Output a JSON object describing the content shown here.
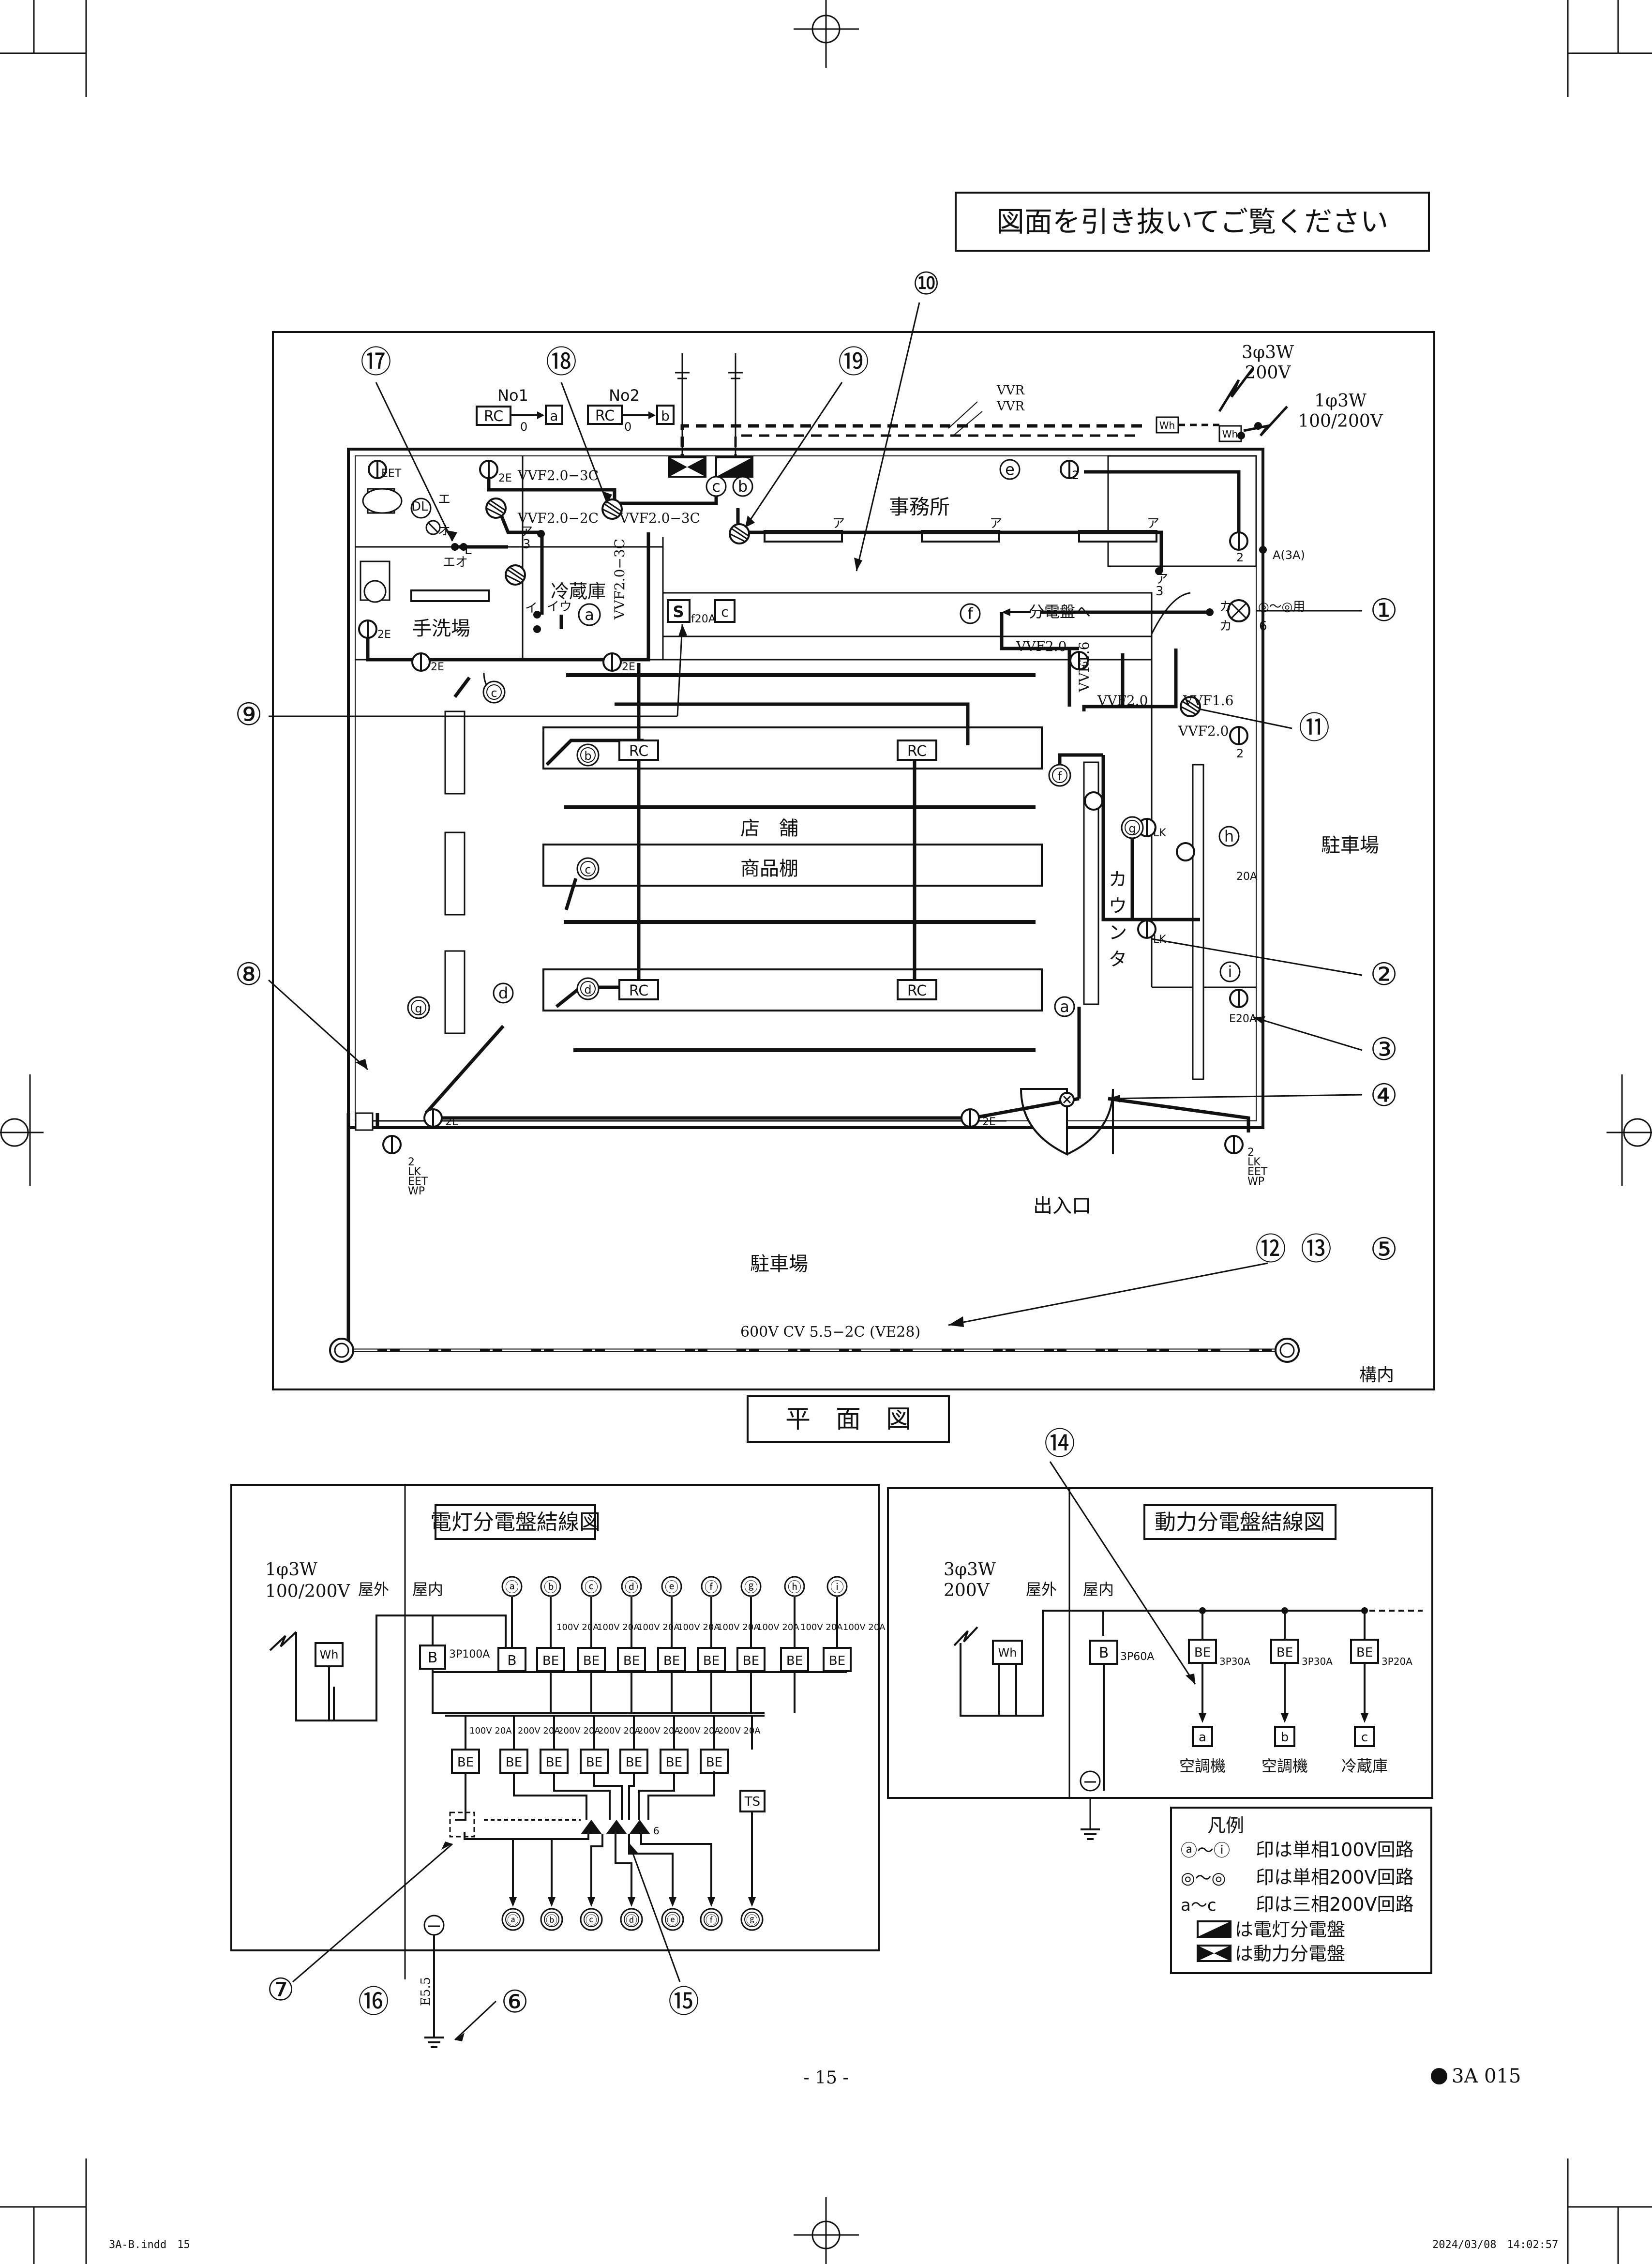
{
  "banner": "図面を引き抜いてご覧ください",
  "plan_title": "平　面　図",
  "page_number": "- 15 -",
  "code_label": "3A 015",
  "footer": {
    "file": "3A-B.indd　15",
    "date": "2024/03/08　14:02:57"
  },
  "rooms": {
    "office": "事務所",
    "store": "店　舗",
    "shelf": "商品棚",
    "cold_room": "冷蔵庫",
    "washroom": "手洗場",
    "counter": [
      "カ",
      "ウ",
      "ン",
      "タ"
    ],
    "parking_right": "駐車場",
    "parking_bottom": "駐車場",
    "entrance": "出入口",
    "premises": "構内",
    "to_panel": "分電盤へ"
  },
  "supply": {
    "three_phase": "3φ3W",
    "three_phase_v": "200V",
    "single_phase": "1φ3W",
    "single_phase_v": "100/200V"
  },
  "cables": {
    "vvr1": "VVR",
    "vvr2": "VVR",
    "vvf3c_a": "VVF2.0−3C",
    "vvf3c_b": "VVF2.0−3C",
    "vvf3c_v": "VVF2.0−3C",
    "vvf2c": "VVF2.0−2C",
    "vvf20_a": "VVF2.0",
    "vvf20_b": "VVF2.0",
    "vvf20_c": "VVF2.0",
    "vvf16_a": "VVF1.6",
    "vvf16_b": "VVF1.6",
    "cv": "600V CV 5.5−2C (VE28)"
  },
  "rc": {
    "no1": "No1",
    "no2": "No2",
    "rc": "RC",
    "zero": "0",
    "a": "a",
    "b": "b",
    "c": "c"
  },
  "small": {
    "eet": "EET",
    "e2": "2E",
    "dl": "DL",
    "e": "エ",
    "o": "オ",
    "eo": "エオ",
    "l": "L",
    "i": "イ",
    "u": "ウ",
    "iu": "イウ",
    "a": "ア",
    "a3": "3",
    "ka": "カ",
    "lk": "LK",
    "a20": "20A",
    "e20": "E20A",
    "a3A": "A(3A)",
    "f20": "f20A",
    "n2": "2",
    "n6": "6",
    "use": "～",
    "you": "用",
    "bottom_left_marks": [
      "2",
      "LK",
      "EET",
      "WP"
    ],
    "bottom_right_marks": [
      "2",
      "LK",
      "EET",
      "WP"
    ]
  },
  "callouts": [
    "⑰",
    "⑱",
    "⑲",
    "⑩",
    "①",
    "⑪",
    "⑨",
    "②",
    "⑧",
    "③",
    "④",
    "⑫",
    "⑬",
    "⑤",
    "⑭",
    "⑦",
    "⑯",
    "⑥",
    "⑮"
  ],
  "light_panel": {
    "title": "電灯分電盤結線図",
    "supply": "1φ3W",
    "supply_v": "100/200V",
    "outdoor": "屋外",
    "indoor": "屋内",
    "wh": "Wh",
    "main": "B",
    "main_rating": "3P100A",
    "top_circuits": [
      "ⓐ",
      "ⓑ",
      "ⓒ",
      "ⓓ",
      "ⓔ",
      "ⓕ",
      "ⓖ",
      "ⓗ",
      "ⓘ"
    ],
    "top_breakers": [
      "B",
      "BE",
      "BE",
      "BE",
      "BE",
      "BE",
      "BE",
      "BE",
      "BE"
    ],
    "top_ratings": [
      "",
      "100V 20A",
      "100V 20A",
      "100V 20A",
      "100V 20A",
      "100V 20A",
      "100V 20A",
      "100V 20A",
      "100V 20A"
    ],
    "bottom_breakers": [
      "BE",
      "BE",
      "BE",
      "BE",
      "BE",
      "BE",
      "BE"
    ],
    "bottom_ratings": [
      "100V 20A",
      "200V 20A",
      "200V 20A",
      "200V 20A",
      "200V 20A",
      "200V 20A",
      "200V 20A"
    ],
    "bottom_circuits": [
      "ⓐ",
      "ⓑ",
      "ⓒ",
      "ⓓ",
      "ⓔ",
      "ⓕ",
      "ⓖ"
    ],
    "ts": "TS",
    "n6": "6",
    "e55": "E5.5"
  },
  "power_panel": {
    "title": "動力分電盤結線図",
    "supply": "3φ3W",
    "supply_v": "200V",
    "outdoor": "屋外",
    "indoor": "屋内",
    "wh": "Wh",
    "main": "B",
    "main_rating": "3P60A",
    "breakers": [
      {
        "name": "BE",
        "rating": "3P30A",
        "circuit": "a",
        "load": "空調機"
      },
      {
        "name": "BE",
        "rating": "3P30A",
        "circuit": "b",
        "load": "空調機"
      },
      {
        "name": "BE",
        "rating": "3P20A",
        "circuit": "c",
        "load": "冷蔵庫"
      }
    ]
  },
  "legend": {
    "title": "凡例",
    "row1_sym": "ⓐ～ⓘ",
    "row1": "印は単相100V回路",
    "row2_sym": "◎～◎",
    "row2": "印は単相200V回路",
    "row3_sym": "a～c",
    "row3": "印は三相200V回路",
    "row4": "は電灯分電盤",
    "row5": "は動力分電盤"
  }
}
